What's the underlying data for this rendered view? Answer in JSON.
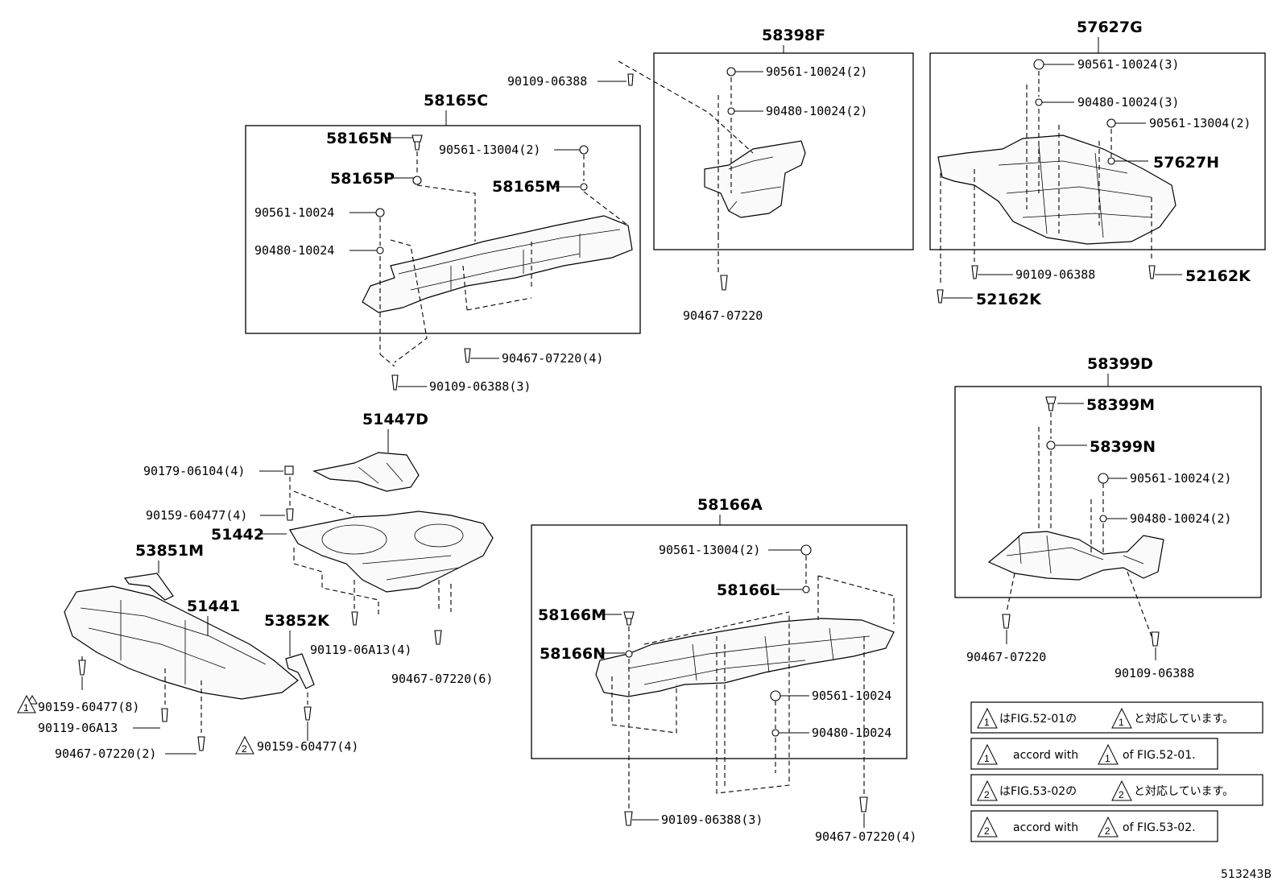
{
  "groups": {
    "g58398F": "58398F",
    "g57627G": "57627G",
    "g58165C": "58165C",
    "g51447D": "51447D",
    "g58399D": "58399D",
    "g58166A": "58166A"
  },
  "labels": {
    "l_90109_06388_top": "90109-06388",
    "l_58398F_90561": "90561-10024(2)",
    "l_58398F_90480": "90480-10024(2)",
    "l_58398F_90467": "90467-07220",
    "l_57627G_90561": "90561-10024(3)",
    "l_57627G_90480": "90480-10024(3)",
    "l_57627G_90561_13004": "90561-13004(2)",
    "l_57627H": "57627H",
    "l_57627G_90109": "90109-06388",
    "l_52162K_a": "52162K",
    "l_52162K_b": "52162K",
    "l_58165N": "58165N",
    "l_58165P": "58165P",
    "l_58165C_90561_13004": "90561-13004(2)",
    "l_58165M": "58165M",
    "l_58165C_90561": "90561-10024",
    "l_58165C_90480": "90480-10024",
    "l_58165C_90467": "90467-07220(4)",
    "l_58165C_90109": "90109-06388(3)",
    "l_90179": "90179-06104(4)",
    "l_90159_a": "90159-60477(4)",
    "l_51442": "51442",
    "l_53851M": "53851M",
    "l_51441": "51441",
    "l_53852K": "53852K",
    "l_90119_a": "90119-06A13(4)",
    "l_90467_6": "90467-07220(6)",
    "l_90159_8": "90159-60477(8)",
    "l_90119_b": "90119-06A13",
    "l_90467_2": "90467-07220(2)",
    "l_90159_4b": "90159-60477(4)",
    "l_58166A_90561_13004": "90561-13004(2)",
    "l_58166L": "58166L",
    "l_58166M": "58166M",
    "l_58166N": "58166N",
    "l_58166A_90561": "90561-10024",
    "l_58166A_90480": "90480-10024",
    "l_58166A_90109": "90109-06388(3)",
    "l_58166A_90467": "90467-07220(4)",
    "l_58399M": "58399M",
    "l_58399N": "58399N",
    "l_58399D_90561": "90561-10024(2)",
    "l_58399D_90480": "90480-10024(2)",
    "l_58399D_90467": "90467-07220",
    "l_58399D_90109": "90109-06388"
  },
  "notes": {
    "n1_ja_pre": "はFIG.52-01の",
    "n1_ja_post": "と対応しています。",
    "n1_en_pre": "accord with",
    "n1_en_post": "of FIG.52-01.",
    "n2_ja_pre": "はFIG.53-02の",
    "n2_ja_post": "と対応しています。",
    "n2_en_pre": "accord with",
    "n2_en_post": "of FIG.53-02.",
    "tri1": "1",
    "tri2": "2"
  },
  "figure_id": "513243B"
}
